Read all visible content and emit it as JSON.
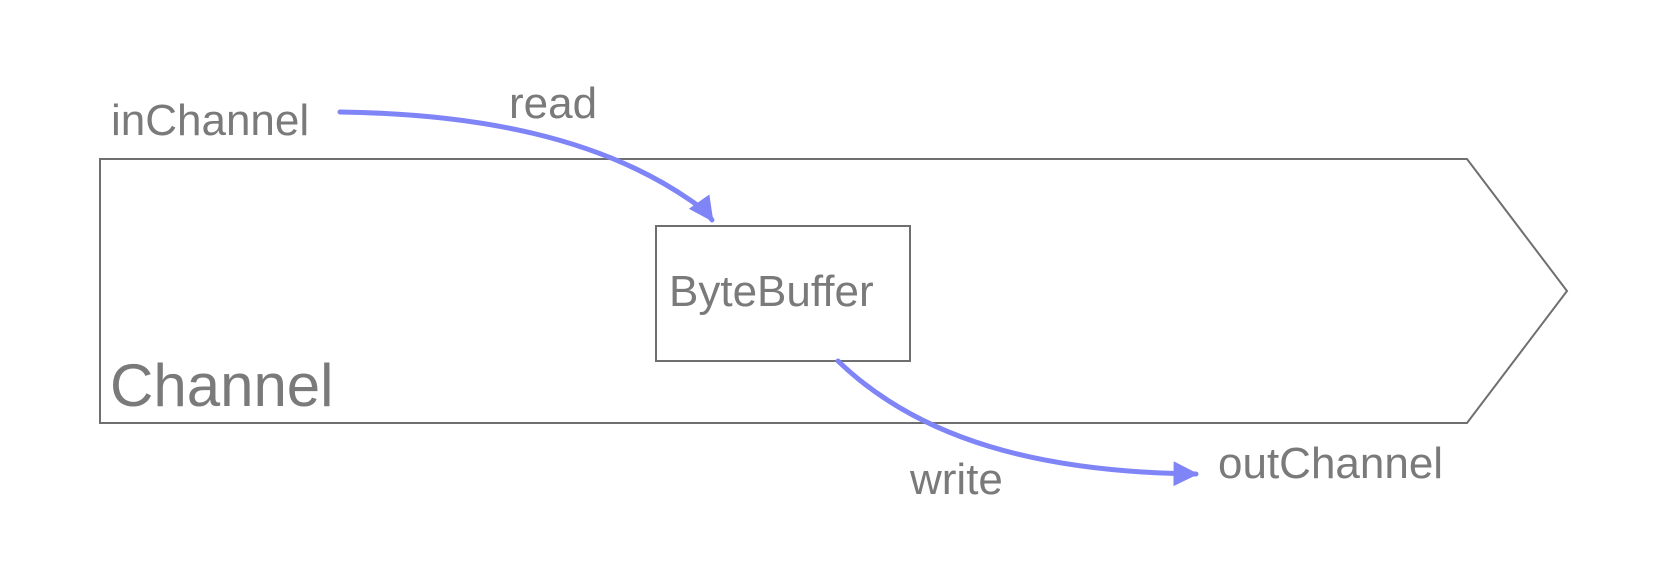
{
  "labels": {
    "in_channel": "inChannel",
    "read": "read",
    "channel": "Channel",
    "byte_buffer": "ByteBuffer",
    "write": "write",
    "out_channel": "outChannel"
  },
  "colors": {
    "outline": "#6f6f6f",
    "text": "#7a7a7a",
    "arrow": "#7f84f6"
  }
}
